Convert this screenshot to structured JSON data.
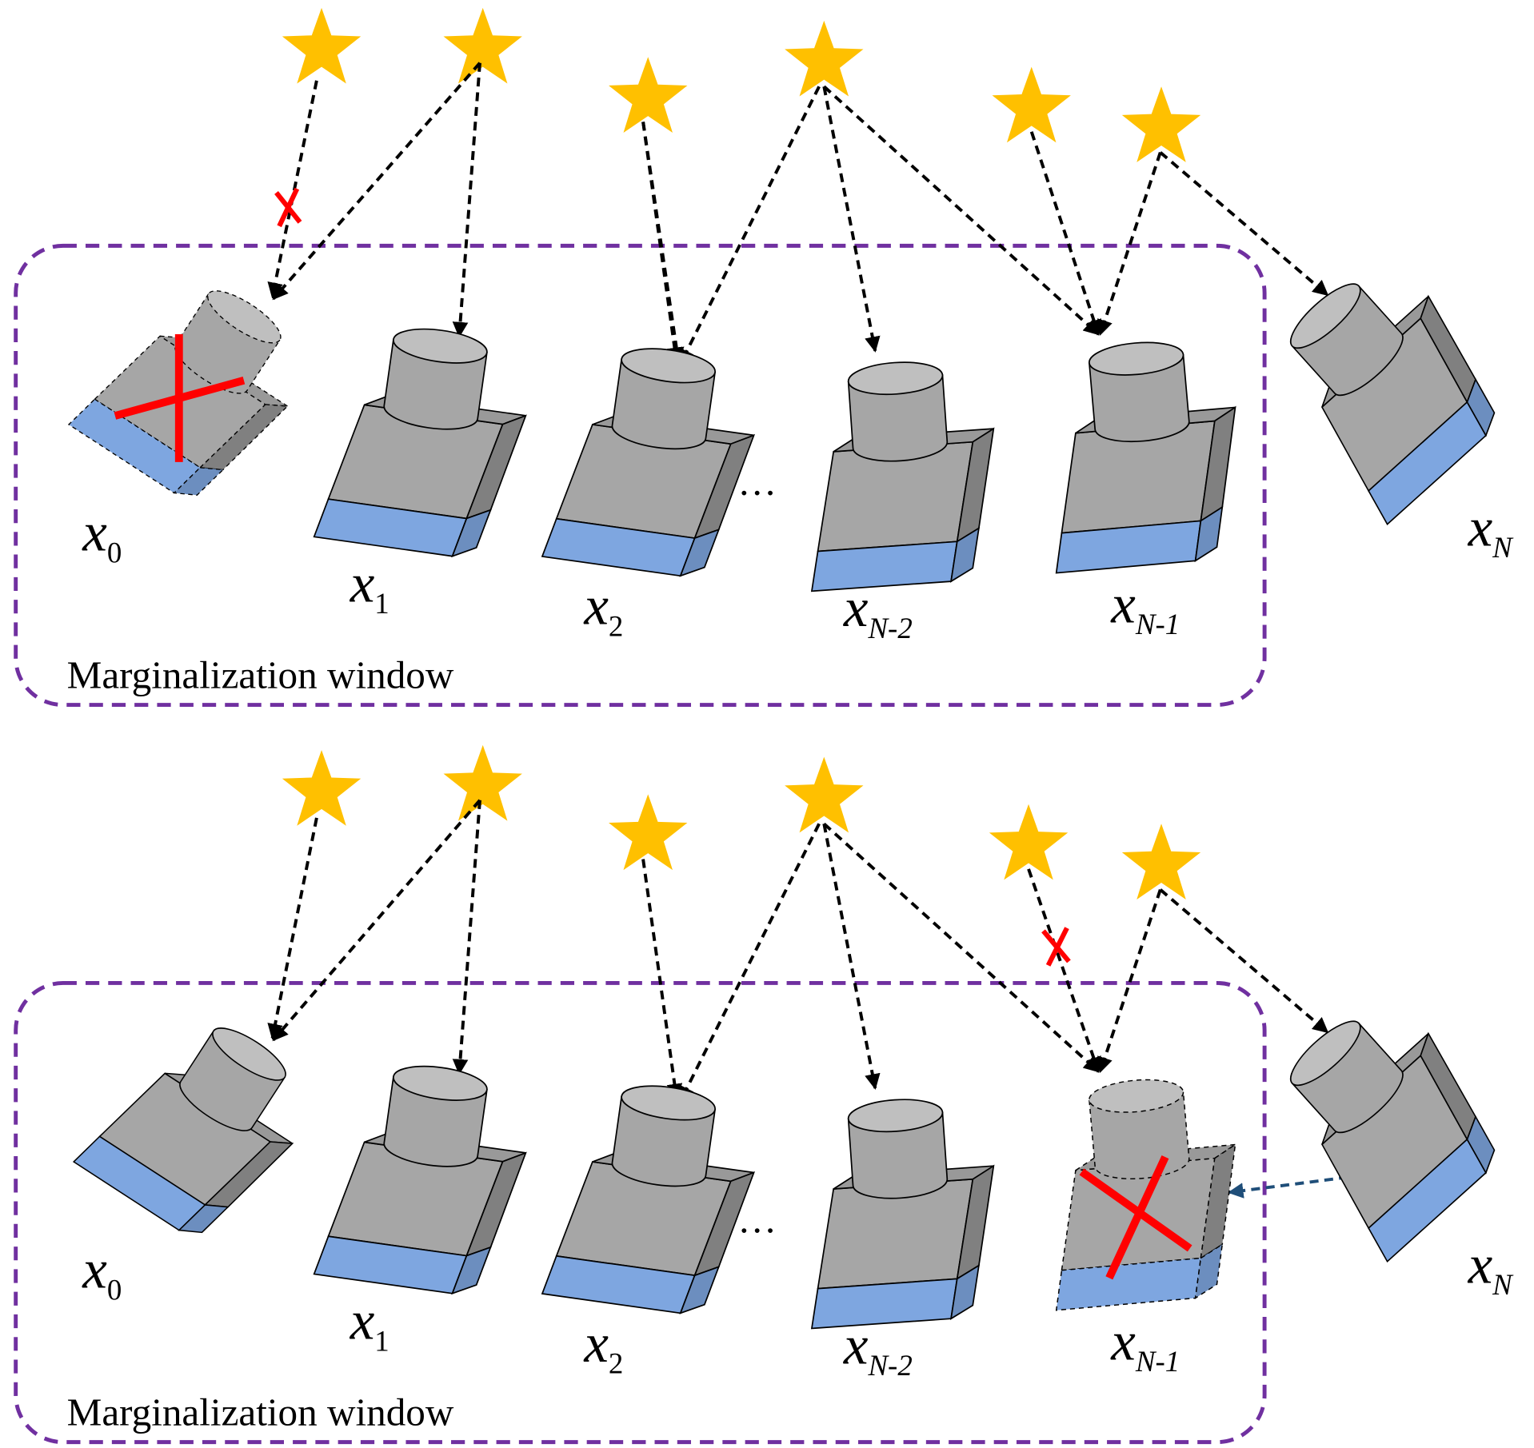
{
  "colors": {
    "window_border": "#7030a0",
    "star": "#ffc000",
    "camera_gray": "#a6a6a6",
    "camera_light": "#bfbfbf",
    "camera_dark": "#808080",
    "camera_blue": "#7ea6e0",
    "camera_blue_dark": "#6c8ebf",
    "cross": "#ff0000",
    "arrow_black": "#000000",
    "arrow_blue": "#1f4e79"
  },
  "icons": {
    "landmark": "star-icon",
    "keyframe": "camera-icon",
    "removal": "cross-icon"
  },
  "panels": [
    {
      "window_label": "Marginalization window",
      "ellipsis": "···",
      "labels": {
        "x0": "0",
        "x1": "1",
        "x2": "2",
        "xn2": "N-2",
        "xn1": "N-1",
        "xn": "N"
      },
      "var": "x"
    },
    {
      "window_label": "Marginalization window",
      "ellipsis": "···",
      "labels": {
        "x0": "0",
        "x1": "1",
        "x2": "2",
        "xn2": "N-2",
        "xn1": "N-1",
        "xn": "N"
      },
      "var": "x"
    }
  ]
}
